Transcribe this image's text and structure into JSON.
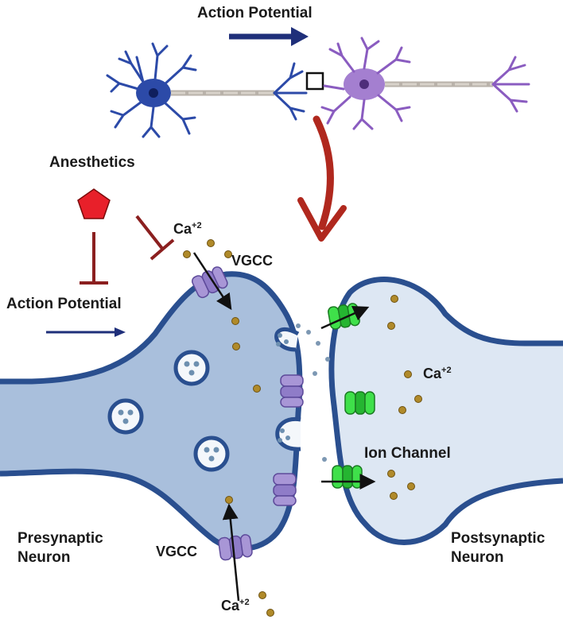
{
  "labels": {
    "action_potential_top": "Action Potential",
    "anesthetics": "Anesthetics",
    "action_potential_left": "Action Potential",
    "ca_top_base": "Ca",
    "ca_top_sup": "+2",
    "vgcc_top": "VGCC",
    "ca_right_base": "Ca",
    "ca_right_sup": "+2",
    "ion_channel": "Ion Channel",
    "presynaptic_line1": "Presynaptic",
    "presynaptic_line2": "Neuron",
    "vgcc_bottom": "VGCC",
    "ca_bottom_base": "Ca",
    "ca_bottom_sup": "+2",
    "postsynaptic_line1": "Postsynaptic",
    "postsynaptic_line2": "Neuron"
  },
  "colors": {
    "presynaptic_fill": "#a9bfdc",
    "postsynaptic_fill": "#dde7f3",
    "membrane": "#2a4f8f",
    "calcium": "#b08a2a",
    "vgcc": "#a896d6",
    "ion_channel": "#3fe04a",
    "inhibit": "#8b1f1f",
    "arrow_blue": "#1f2f7a",
    "anesthetic": "#e8202a",
    "presyn_neuron": "#2c4aa8",
    "postsyn_neuron": "#8a5cc0"
  }
}
